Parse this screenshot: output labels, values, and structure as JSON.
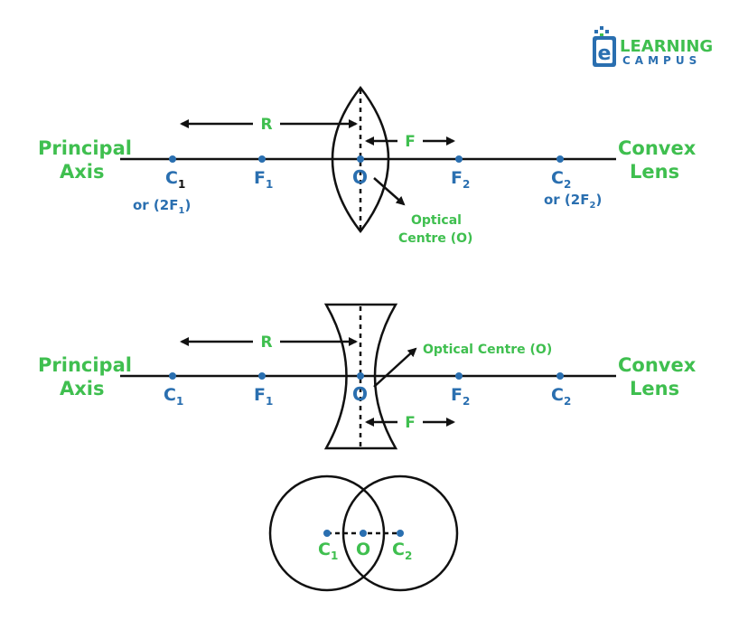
{
  "logo": {
    "letter": "e",
    "word1": "LEARNING",
    "word2": "CAMPUS"
  },
  "colors": {
    "green": "#3fbf4f",
    "blue": "#2a6fb0",
    "line": "#111111"
  },
  "convex": {
    "left_label_1": "Principal",
    "left_label_2": "Axis",
    "right_label_1": "Convex",
    "right_label_2": "Lens",
    "R": "R",
    "F": "F",
    "C1": "C",
    "C1_sub": "1",
    "C1_note": "or (2F",
    "C1_note_sub": "1",
    "C1_note_end": ")",
    "F1": "F",
    "F1_sub": "1",
    "O": "O",
    "F2": "F",
    "F2_sub": "2",
    "C2": "C",
    "C2_sub": "2",
    "C2_note": "or (2F",
    "C2_note_sub": "2",
    "C2_note_end": ")",
    "optical_1": "Optical",
    "optical_2": "Centre (O)"
  },
  "concave": {
    "left_label_1": "Principal",
    "left_label_2": "Axis",
    "right_label_1": "Convex",
    "right_label_2": "Lens",
    "R": "R",
    "F": "F",
    "C1": "C",
    "C1_sub": "1",
    "F1": "F",
    "F1_sub": "1",
    "O": "O",
    "F2": "F",
    "F2_sub": "2",
    "C2": "C",
    "C2_sub": "2",
    "optical": "Optical Centre (O)"
  },
  "circles": {
    "C1": "C",
    "C1_sub": "1",
    "O": "O",
    "C2": "C",
    "C2_sub": "2"
  }
}
